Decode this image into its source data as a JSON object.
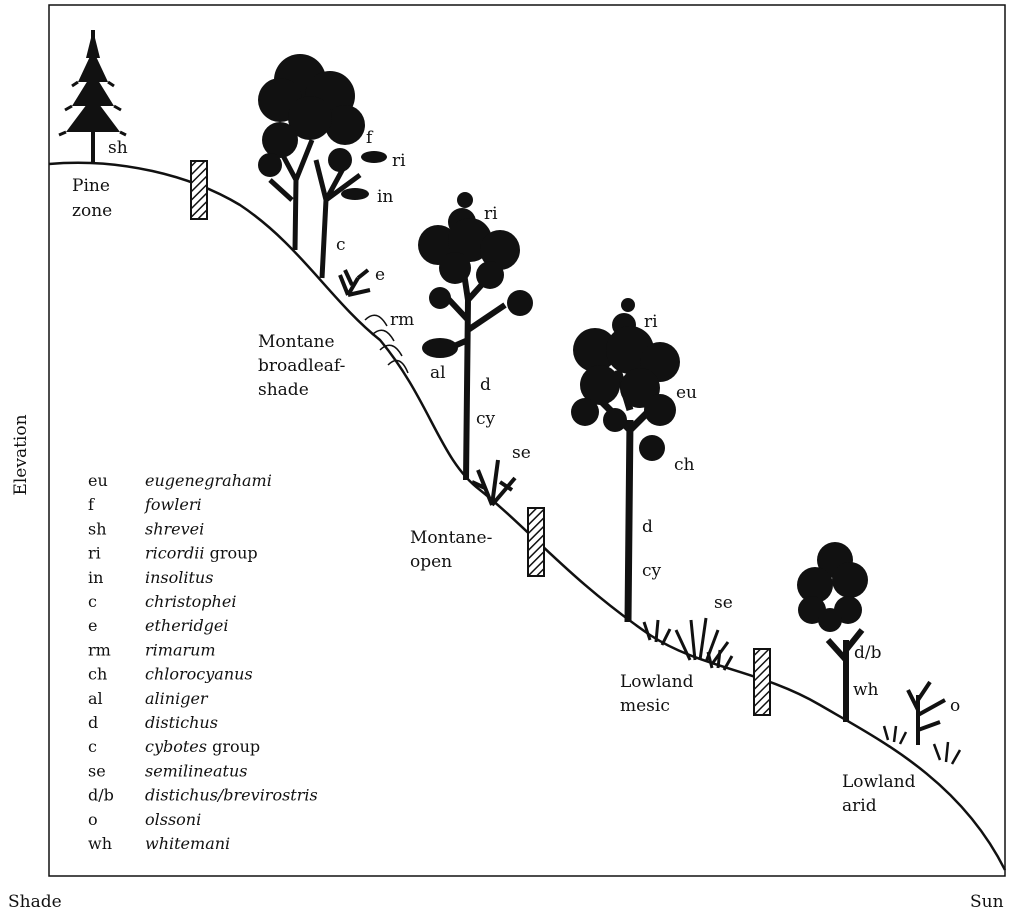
{
  "axes": {
    "y_label": "Elevation",
    "x_left": "Shade",
    "x_right": "Sun"
  },
  "zones": [
    {
      "line1": "Pine",
      "line2": "zone",
      "line3": ""
    },
    {
      "line1": "Montane",
      "line2": "broadleaf-",
      "line3": "shade"
    },
    {
      "line1": "Montane-",
      "line2": "open",
      "line3": ""
    },
    {
      "line1": "Lowland",
      "line2": "mesic",
      "line3": ""
    },
    {
      "line1": "Lowland",
      "line2": "arid",
      "line3": ""
    }
  ],
  "labels": {
    "sh": "sh",
    "f": "f",
    "ri1": "ri",
    "in": "in",
    "c1": "c",
    "e": "e",
    "rm": "rm",
    "ri2": "ri",
    "al": "al",
    "d1": "d",
    "cy1": "cy",
    "se1": "se",
    "ri3": "ri",
    "eu": "eu",
    "ch": "ch",
    "d2": "d",
    "cy2": "cy",
    "se2": "se",
    "db": "d/b",
    "wh": "wh",
    "o": "o"
  },
  "legend": [
    {
      "code": "eu",
      "name": "eugenegrahami"
    },
    {
      "code": "f",
      "name": "fowleri"
    },
    {
      "code": "sh",
      "name": "shrevei"
    },
    {
      "code": "ri",
      "name": "ricordii",
      "suffix": " group"
    },
    {
      "code": "in",
      "name": "insolitus"
    },
    {
      "code": "c",
      "name": "christophei"
    },
    {
      "code": "e",
      "name": "etheridgei"
    },
    {
      "code": "rm",
      "name": "rimarum"
    },
    {
      "code": "ch",
      "name": "chlorocyanus"
    },
    {
      "code": "al",
      "name": "aliniger"
    },
    {
      "code": "d",
      "name": "distichus"
    },
    {
      "code": "c",
      "name": "cybotes",
      "suffix": " group"
    },
    {
      "code": "se",
      "name": "semilineatus"
    },
    {
      "code": "d/b",
      "name": "distichus/brevirostris"
    },
    {
      "code": "o",
      "name": "olssoni"
    },
    {
      "code": "wh",
      "name": "whitemani"
    }
  ]
}
